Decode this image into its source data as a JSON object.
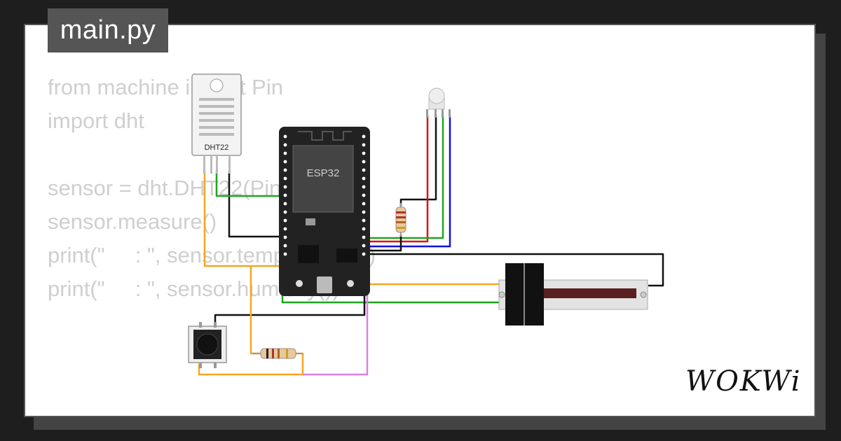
{
  "tab": {
    "label": "main.py"
  },
  "code_lines": [
    "from machine import Pin",
    "import dht",
    "",
    "sensor = dht.DHT22(Pin(15))",
    "sensor.measure()",
    "print(\"     : \", sensor.temperature())",
    "print(\"     : \", sensor.humidity())"
  ],
  "components": {
    "dht_label": "DHT22",
    "esp_label": "ESP32"
  },
  "brand": {
    "logo": "WOKWi"
  },
  "wire_colors": {
    "orange": "#f5a623",
    "green": "#1fa51f",
    "black": "#111111",
    "red": "#e01010",
    "blue": "#1010e0",
    "violet": "#e080e0"
  }
}
